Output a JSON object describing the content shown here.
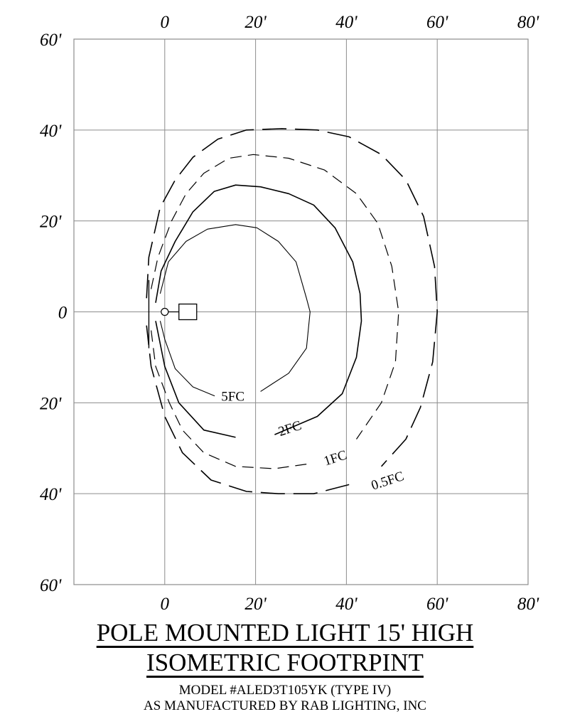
{
  "chart_data": {
    "type": "diagram",
    "x_ticks": [
      "0",
      "20'",
      "40'",
      "60'",
      "80'"
    ],
    "x_tick_values": [
      0,
      20,
      40,
      60,
      80
    ],
    "y_ticks": [
      {
        "value": 60,
        "label": "60'"
      },
      {
        "value": 40,
        "label": "40'"
      },
      {
        "value": 20,
        "label": "20'"
      },
      {
        "value": 0,
        "label": "0"
      },
      {
        "value": -20,
        "label": "20'"
      },
      {
        "value": -40,
        "label": "40'"
      },
      {
        "value": -60,
        "label": "60'"
      }
    ],
    "xlim": [
      -20,
      80
    ],
    "ylim": [
      -60,
      60
    ],
    "grid": true,
    "pole_location": [
      0,
      0
    ],
    "fixture_location": [
      5,
      0
    ],
    "contours": [
      {
        "label": "5FC",
        "line_style": "solid-thin",
        "label_position": [
          15,
          -18.5
        ],
        "points": [
          [
            -1,
            4
          ],
          [
            0.8,
            11
          ],
          [
            4.7,
            15.5
          ],
          [
            9.4,
            18.2
          ],
          [
            15.6,
            19.2
          ],
          [
            20.3,
            18.5
          ],
          [
            25,
            15.5
          ],
          [
            28.9,
            11
          ],
          [
            31.2,
            3
          ],
          [
            32,
            0
          ],
          [
            31.2,
            -8
          ],
          [
            27.3,
            -13.5
          ],
          [
            21.1,
            -17.5
          ]
        ],
        "points_after_label": [
          [
            11,
            -18.5
          ],
          [
            6.2,
            -16.5
          ],
          [
            2.3,
            -12.5
          ],
          [
            0,
            -6
          ],
          [
            -1,
            -2
          ]
        ]
      },
      {
        "label": "2FC",
        "line_style": "solid",
        "label_position": [
          27.5,
          -25.5
        ],
        "points": [
          [
            -2,
            2
          ],
          [
            -0.8,
            9
          ],
          [
            2.3,
            15.5
          ],
          [
            6.2,
            22
          ],
          [
            10.9,
            26.5
          ],
          [
            15.6,
            27.9
          ],
          [
            21.1,
            27.5
          ],
          [
            27.3,
            26
          ],
          [
            32.8,
            23.5
          ],
          [
            37.5,
            18.5
          ],
          [
            41.4,
            11
          ],
          [
            43,
            4
          ],
          [
            43.3,
            -2
          ],
          [
            42.2,
            -10
          ],
          [
            39.1,
            -18
          ],
          [
            33.6,
            -23
          ],
          [
            24.2,
            -27
          ]
        ],
        "points_after_label": [
          [
            15.6,
            -27.6
          ],
          [
            8.6,
            -26
          ],
          [
            3.1,
            -20
          ],
          [
            0,
            -12
          ],
          [
            -2,
            -2
          ]
        ]
      },
      {
        "label": "1FC",
        "line_style": "dashed",
        "label_position": [
          37.5,
          -32
        ],
        "points": [
          [
            -3,
            5
          ],
          [
            -1.5,
            12
          ],
          [
            1.5,
            20
          ],
          [
            4.7,
            26
          ],
          [
            8.6,
            30.5
          ],
          [
            14.1,
            33.8
          ],
          [
            19.5,
            34.6
          ],
          [
            27.3,
            33.8
          ],
          [
            35.2,
            31.2
          ],
          [
            42.2,
            26
          ],
          [
            46.9,
            19.5
          ],
          [
            50,
            10
          ],
          [
            51.5,
            0
          ],
          [
            50.8,
            -11
          ],
          [
            47.7,
            -20
          ],
          [
            42.2,
            -28
          ]
        ],
        "points_after_label": [
          [
            31.2,
            -33.5
          ],
          [
            24.2,
            -34.5
          ],
          [
            15.6,
            -34
          ],
          [
            8.6,
            -31
          ],
          [
            3.9,
            -26
          ],
          [
            1,
            -20
          ],
          [
            -2,
            -12
          ],
          [
            -3,
            -4
          ]
        ]
      },
      {
        "label": "0.5FC",
        "line_style": "long-dashed",
        "label_position": [
          49,
          -37
        ],
        "points": [
          [
            -4,
            3
          ],
          [
            -3.5,
            12
          ],
          [
            -1,
            23
          ],
          [
            2.3,
            29
          ],
          [
            6.2,
            34
          ],
          [
            11.7,
            38
          ],
          [
            18,
            40
          ],
          [
            25.8,
            40.3
          ],
          [
            33.6,
            40
          ],
          [
            40.6,
            38.5
          ],
          [
            47.7,
            34.6
          ],
          [
            53.1,
            29
          ],
          [
            57,
            21
          ],
          [
            59.4,
            10
          ],
          [
            60,
            0
          ],
          [
            59,
            -11
          ],
          [
            56.3,
            -21
          ],
          [
            53.1,
            -28
          ],
          [
            47.7,
            -34
          ]
        ],
        "points_after_label": [
          [
            40.6,
            -38
          ],
          [
            32.8,
            -40
          ],
          [
            25,
            -40
          ],
          [
            18,
            -39.5
          ],
          [
            10.2,
            -37
          ],
          [
            3.9,
            -31
          ],
          [
            0,
            -23
          ],
          [
            -3,
            -12
          ],
          [
            -4,
            -3
          ]
        ]
      }
    ]
  },
  "title_line_1": "POLE MOUNTED LIGHT 15' HIGH",
  "title_line_2": "ISOMETRIC FOOTRPINT",
  "model_line": "MODEL #ALED3T105YK  (TYPE IV)",
  "manufacturer_line": "AS MANUFACTURED BY RAB LIGHTING, INC",
  "colors": {
    "ink": "#000000",
    "grid": "#8c8c8c",
    "background": "#ffffff"
  }
}
